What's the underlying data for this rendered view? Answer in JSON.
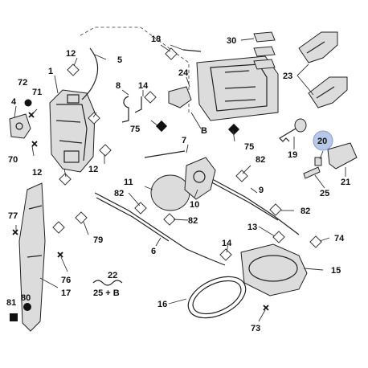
{
  "labels": {
    "l1": "1",
    "l4": "4",
    "l5": "5",
    "l6": "6",
    "l7": "7",
    "l8": "8",
    "l9": "9",
    "l10": "10",
    "l11": "11",
    "l12a": "12",
    "l12b": "12",
    "l12c": "12",
    "l13": "13",
    "l14a": "14",
    "l14b": "14",
    "l15": "15",
    "l16": "16",
    "l17": "17",
    "l18": "18",
    "l19": "19",
    "l20": "20",
    "l21": "21",
    "l23": "23",
    "l24": "24",
    "l25": "25",
    "l30": "30",
    "l70": "70",
    "l71": "71",
    "l72": "72",
    "l73": "73",
    "l74": "74",
    "l75a": "75",
    "l75b": "75",
    "l76": "76",
    "l77": "77",
    "l79": "79",
    "l80": "80",
    "l81": "81",
    "l82a": "82",
    "l82b": "82",
    "l82c": "82",
    "l82d": "82",
    "lB": "B"
  },
  "kit": {
    "number": "22",
    "formula": "25 + B"
  },
  "highlight_color": "#b8c8e8",
  "icons": {
    "open_square": "marker-open-square-icon",
    "filled_square": "marker-filled-square-icon",
    "cross": "marker-cross-icon",
    "dot": "marker-dot-icon"
  }
}
